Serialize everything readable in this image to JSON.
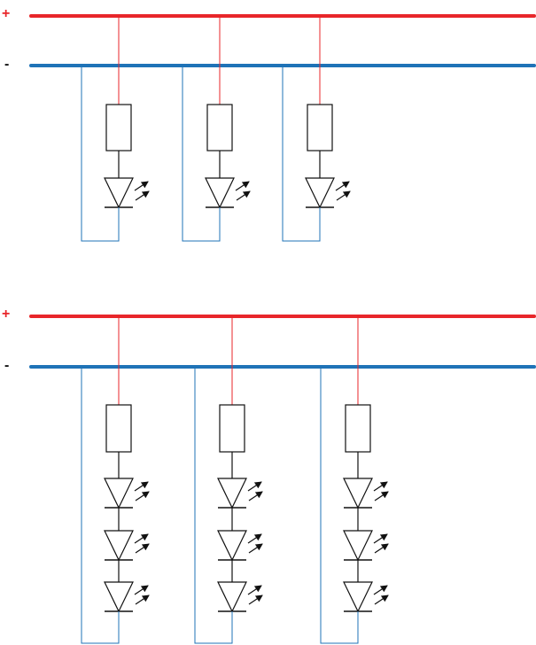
{
  "colors": {
    "positive": "#e8262a",
    "negative": "#1f73b7",
    "component": "#111111",
    "background": "#ffffff"
  },
  "labels": {
    "plus": "+",
    "minus": "-"
  },
  "circuits": [
    {
      "name": "single-led-branches",
      "branches": [
        {
          "led_count": 1
        },
        {
          "led_count": 1
        },
        {
          "led_count": 1
        }
      ]
    },
    {
      "name": "three-led-branches",
      "branches": [
        {
          "led_count": 3
        },
        {
          "led_count": 3
        },
        {
          "led_count": 3
        }
      ]
    }
  ]
}
